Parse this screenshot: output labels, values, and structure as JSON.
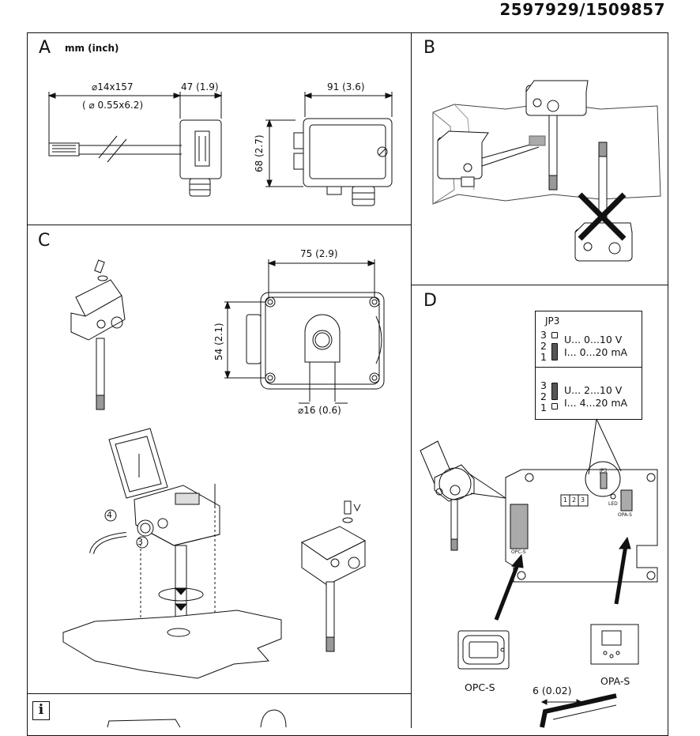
{
  "document": {
    "number": "2597929/1509857"
  },
  "panel_a": {
    "letter": "A",
    "units": "mm (inch)",
    "dim_length": "⌀14x157",
    "dim_length_inch": "( ⌀ 0.55x6.2)",
    "dim_depth": "47 (1.9)",
    "dim_width": "91 (3.6)",
    "dim_height": "68 (2.7)"
  },
  "panel_b": {
    "letter": "B"
  },
  "panel_c": {
    "letter": "C",
    "dim_width": "75 (2.9)",
    "dim_height": "54 (2.1)",
    "dim_hole": "⌀16 (0.6)",
    "step_4": "4",
    "step_3": "3"
  },
  "panel_d": {
    "letter": "D",
    "jp_title": "JP3",
    "voltage_set": {
      "pin3": "3",
      "pin2": "2",
      "pin1": "1",
      "line_u": "U... 0...10 V",
      "line_i": "I...  0...20 mA"
    },
    "current_set": {
      "pin3": "3",
      "pin2": "2",
      "pin1": "1",
      "line_u": "U... 2...10 V",
      "line_i": "I...  4...20 mA"
    },
    "board_jp3": "JP3",
    "board_terminal": [
      "1",
      "2",
      "3"
    ],
    "board_led": "LED",
    "board_opa": "OPA-S",
    "board_opc": "OPC-S",
    "opc_caption": "OPC-S",
    "opa_caption": "OPA-S",
    "strip_dim": "6 (0.02)"
  },
  "info": {
    "icon": "i"
  }
}
